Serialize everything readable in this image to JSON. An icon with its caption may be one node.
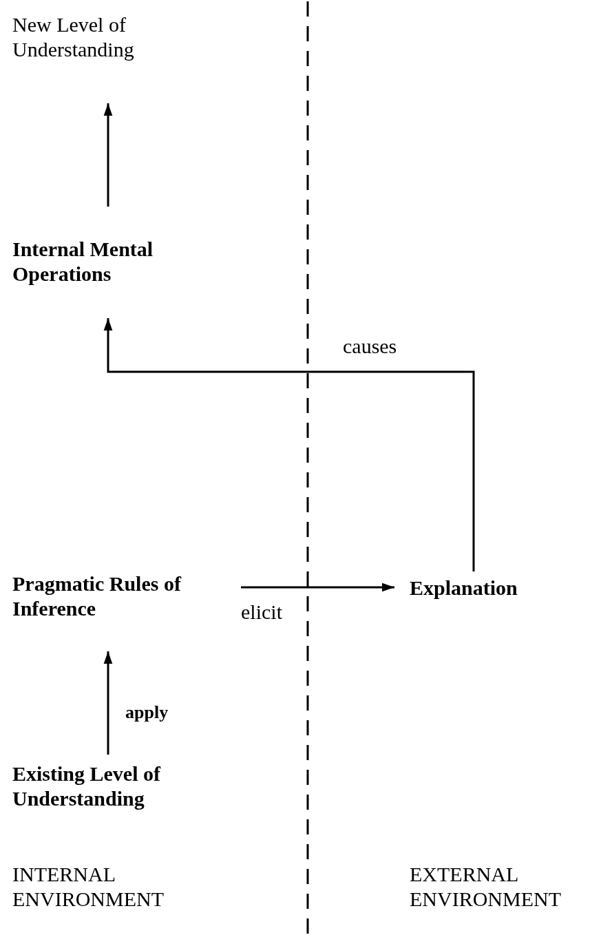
{
  "diagram": {
    "nodes": [
      {
        "text": [
          "New Level of Understanding"
        ]
      },
      {
        "text": [
          "Internal Mental Operations"
        ]
      },
      {
        "text": [
          "Pragmatic Rules of Inference"
        ]
      },
      {
        "text": [
          "Explanation"
        ]
      },
      {
        "text": [
          "Existing Level of Understanding"
        ]
      }
    ],
    "edges": [
      {
        "from": 1,
        "to": 0,
        "arrow": "to"
      },
      {
        "from": 3,
        "to": 1,
        "arrow": "to",
        "label": "causes"
      },
      {
        "from": 2,
        "to": 3,
        "arrow": "to",
        "label": "elicit"
      },
      {
        "from": 4,
        "to": 2,
        "arrow": "to",
        "label": "apply"
      }
    ],
    "labels": [
      "INTERNAL ENVIRONMENT",
      "EXTERNAL ENVIRONMENT"
    ]
  }
}
